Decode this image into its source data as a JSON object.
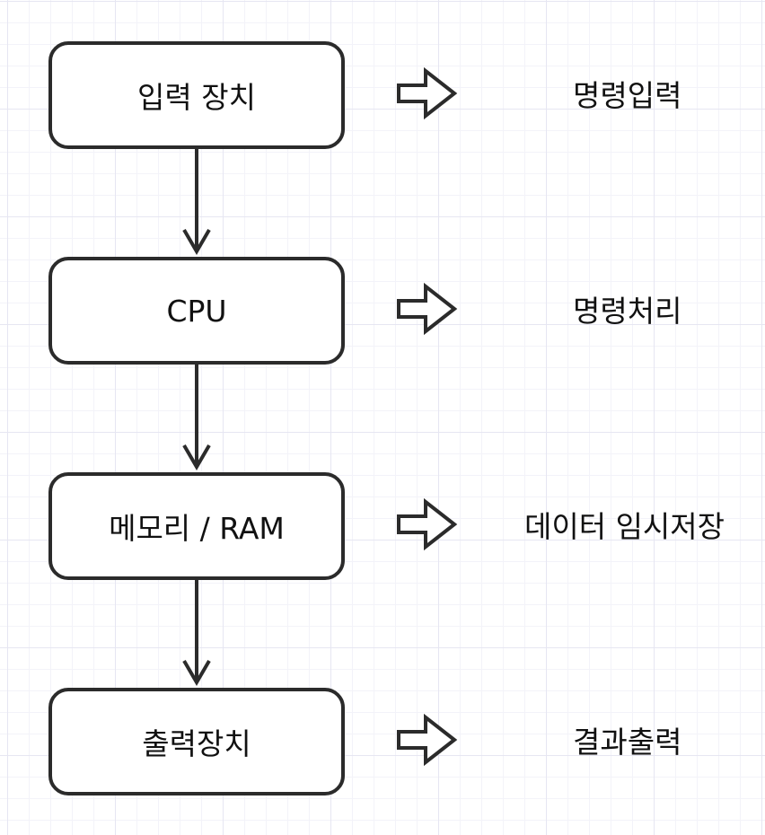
{
  "diagram": {
    "stages": [
      {
        "name": "입력 장치",
        "role": "명령입력"
      },
      {
        "name": "CPU",
        "role": "명령처리"
      },
      {
        "name": "메모리 / RAM",
        "role": "데이터 임시저장"
      },
      {
        "name": "출력장치",
        "role": "결과출력"
      }
    ]
  },
  "style": {
    "stroke": "#2b2b2b",
    "grid_major": "#e6e6f2",
    "grid_minor": "#f3f3f9"
  }
}
